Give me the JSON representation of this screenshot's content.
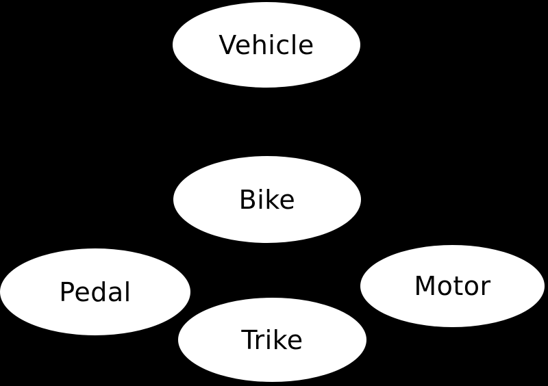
{
  "diagram": {
    "type": "node-diagram",
    "background_color": "#000000",
    "node_fill_color": "#ffffff",
    "node_text_color": "#000000",
    "nodes": [
      {
        "id": "vehicle",
        "label": "Vehicle"
      },
      {
        "id": "bike",
        "label": "Bike"
      },
      {
        "id": "pedal",
        "label": "Pedal"
      },
      {
        "id": "motor",
        "label": "Motor"
      },
      {
        "id": "trike",
        "label": "Trike"
      }
    ],
    "edges": []
  }
}
